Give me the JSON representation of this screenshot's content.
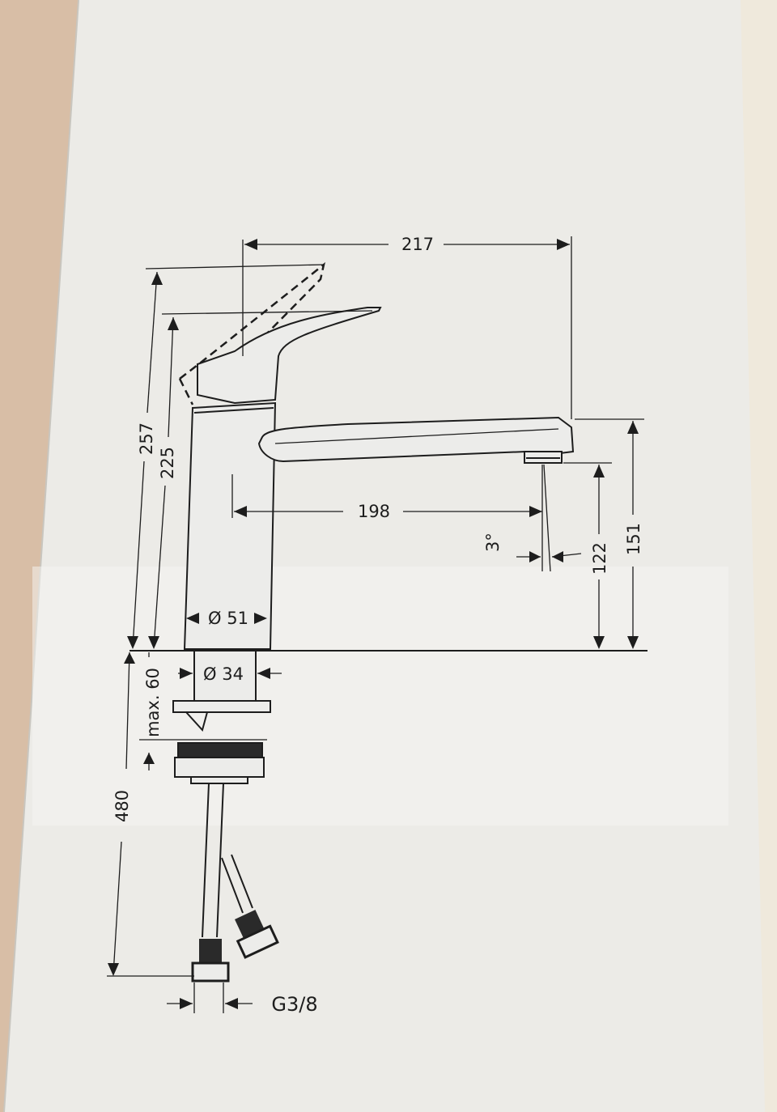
{
  "drawing": {
    "dimensions": {
      "total_width": "217",
      "spout_reach": "198",
      "total_height": "257",
      "body_height": "225",
      "spout_total_height": "151",
      "spout_clearance": "122",
      "spout_angle": "3°",
      "body_diameter": "Ø 51",
      "shank_diameter": "Ø 34",
      "max_counter_thickness": "max. 60",
      "hose_length": "480",
      "connection_thread": "G3/8"
    }
  }
}
